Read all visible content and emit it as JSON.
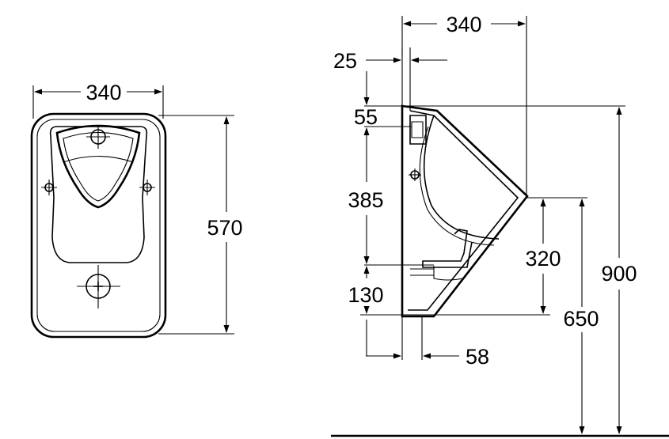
{
  "front_view": {
    "width_label": "340",
    "height_label": "570"
  },
  "side_view": {
    "depth_label": "340",
    "wall_offset_label": "25",
    "top_offset_label": "55",
    "inlet_to_outlet_label": "385",
    "outlet_height_label": "130",
    "projection_label": "58",
    "rim_to_bottom_label": "320",
    "floor_to_bottom_label": "650",
    "floor_to_top_label": "900"
  }
}
